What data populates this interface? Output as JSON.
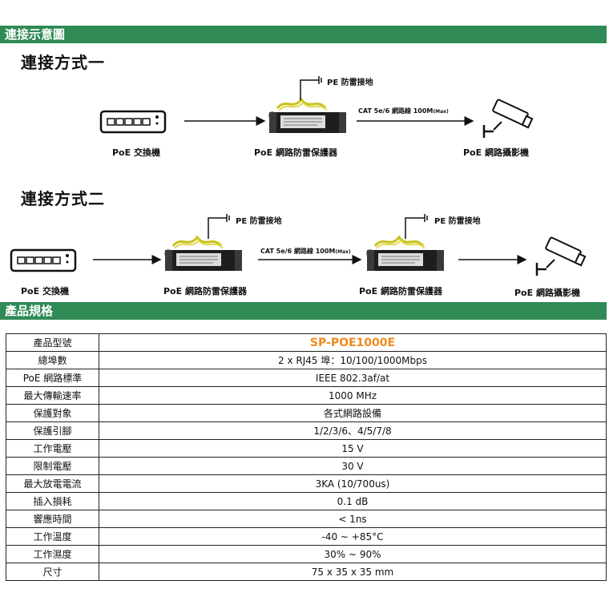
{
  "section1": {
    "title": "連接示意圖"
  },
  "mode1": {
    "title": "連接方式一",
    "switch_label": "PoE 交換機",
    "protector_label": "PoE 網路防雷保護器",
    "camera_label": "PoE 網路攝影機",
    "pe_label": "PE 防雷接地",
    "cable_label": "CAT 5e/6 網路線 100M",
    "cable_suffix": "(Max)"
  },
  "mode2": {
    "title": "連接方式二",
    "switch_label": "PoE 交換機",
    "protector1_label": "PoE 網路防雷保護器",
    "protector2_label": "PoE 網路防雷保護器",
    "camera_label": "PoE 網路攝影機",
    "pe1_label": "PE 防雷接地",
    "pe2_label": "PE 防雷接地",
    "cable_label": "CAT 5e/6 網路線 100M",
    "cable_suffix": "(Max)"
  },
  "section2": {
    "title": "產品規格"
  },
  "specs": [
    {
      "label": "產品型號",
      "value": "SP-POE1000E"
    },
    {
      "label": "總埠數",
      "value": "2 x RJ45 埠：10/100/1000Mbps"
    },
    {
      "label": "PoE  網路標準",
      "value": "IEEE 802.3af/at"
    },
    {
      "label": "最大傳輸速率",
      "value": "1000 MHz"
    },
    {
      "label": "保護對象",
      "value": "各式網路設備"
    },
    {
      "label": "保護引腳",
      "value": "1/2/3/6、4/5/7/8"
    },
    {
      "label": "工作電壓",
      "value": "15 V"
    },
    {
      "label": "限制電壓",
      "value": "30 V"
    },
    {
      "label": "最大放電電流",
      "value": "3KA (10/700us)"
    },
    {
      "label": "插入損耗",
      "value": "0.1 dB"
    },
    {
      "label": "響應時間",
      "value": "< 1ns"
    },
    {
      "label": "工作溫度",
      "value": "-40 ~ +85°C"
    },
    {
      "label": "工作濕度",
      "value": "30% ~ 90%"
    },
    {
      "label": "尺寸",
      "value": "75 x 35 x 35 mm"
    }
  ],
  "colors": {
    "band": "#2f8a55",
    "model": "#f08a1e",
    "wire": "#c8c21e"
  }
}
